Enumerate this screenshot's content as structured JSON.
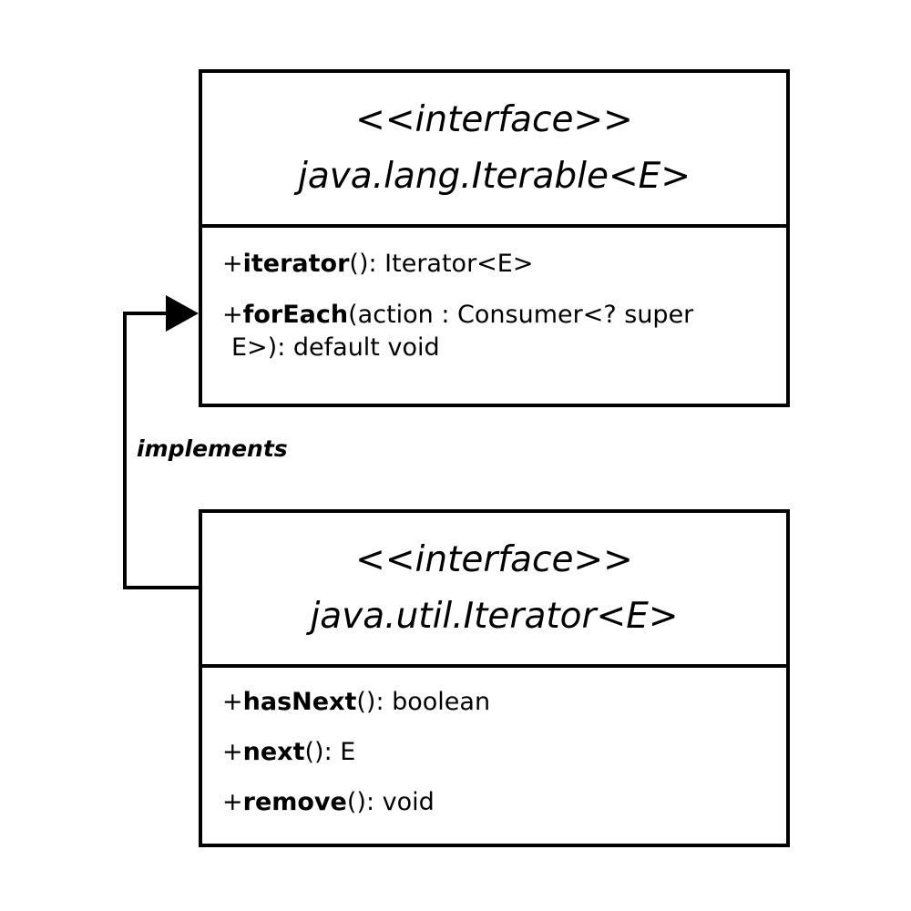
{
  "interfaces": [
    {
      "stereotype": "<<interface>>",
      "name": "java.lang.Iterable<E>",
      "operations": [
        {
          "vis": "+",
          "name": "iterator",
          "open": "()",
          "rest": ": Iterator<E>"
        },
        {
          "vis": "+",
          "name": "forEach",
          "open": "(action : Consumer<? super",
          "rest": "E>): default void"
        }
      ]
    },
    {
      "stereotype": "<<interface>>",
      "name": "java.util.Iterator<E>",
      "operations": [
        {
          "vis": "+",
          "name": "hasNext",
          "open": "()",
          "rest": ": boolean"
        },
        {
          "vis": "+",
          "name": "next",
          "open": "()",
          "rest": ": E"
        },
        {
          "vis": "+",
          "name": "remove",
          "open": "()",
          "rest": ": void"
        }
      ]
    }
  ],
  "relationship": {
    "label": "implements",
    "from": "java.util.Iterator<E>",
    "to": "java.lang.Iterable<E>",
    "arrowhead": "filled-triangle"
  }
}
